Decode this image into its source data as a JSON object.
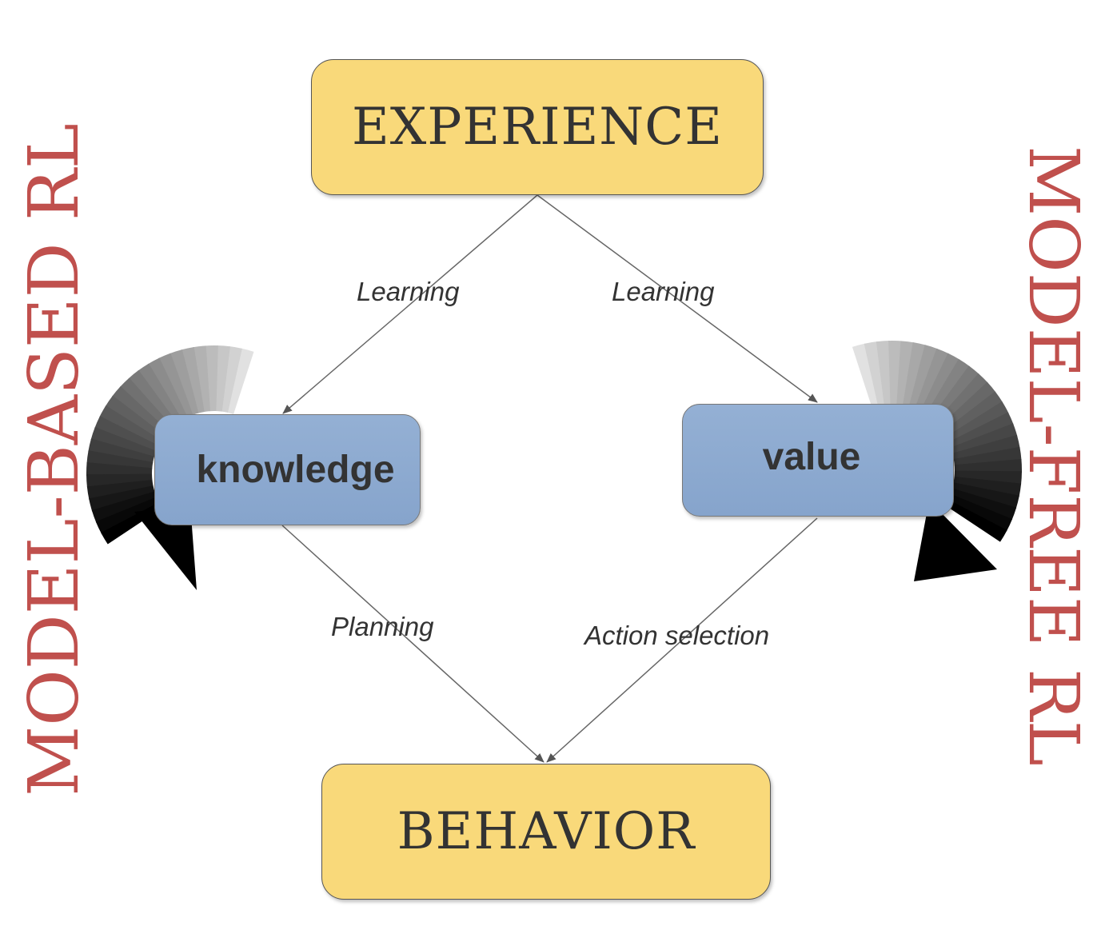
{
  "nodes": {
    "experience": "EXPERIENCE",
    "knowledge": "knowledge",
    "value": "value",
    "behavior": "BEHAVIOR"
  },
  "edge_labels": {
    "learning_left": "Learning",
    "learning_right": "Learning",
    "planning": "Planning",
    "action_selection": "Action selection"
  },
  "side_titles": {
    "left": "MODEL-BASED RL",
    "right": "MODEL-FREE RL"
  },
  "colors": {
    "node_yellow": "#f9d97a",
    "node_blue": "#8ea9d0",
    "side_title_red": "#c0504d",
    "edge_gray": "#666666"
  }
}
